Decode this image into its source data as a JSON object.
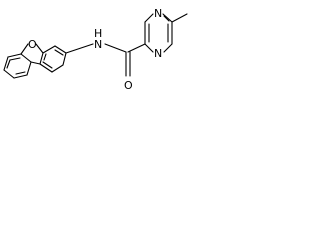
{
  "molecule": {
    "atoms": {
      "o_furan": "O",
      "nh": "N",
      "h_amide": "H",
      "o_carbonyl": "O",
      "n_pyrazine_top": "N",
      "n_pyrazine_bottom": "N"
    }
  }
}
